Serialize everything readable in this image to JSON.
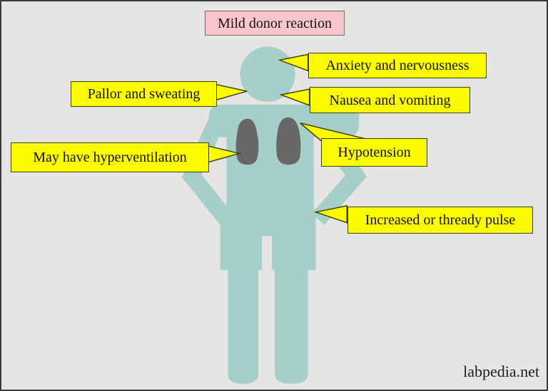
{
  "title": {
    "text": "Mild donor reaction"
  },
  "callouts": {
    "anxiety": "Anxiety and nervousness",
    "pallor": "Pallor and sweating",
    "nausea": "Nausea and vomiting",
    "hyperventilation": "May have hyperventilation",
    "hypotension": "Hypotension",
    "pulse": "Increased or thready pulse"
  },
  "watermark": "labpedia.net",
  "figure": {
    "icon": "human-silhouette-akimbo-icon",
    "organ_icon": "lungs-icon"
  },
  "colors": {
    "background": "#e6e5e3",
    "figure": "#a7cfc9",
    "lungs": "#676767",
    "callout_fill": "#fcfc00",
    "callout_border": "#404000",
    "title_fill": "#f9c6cb",
    "text": "#141414"
  }
}
